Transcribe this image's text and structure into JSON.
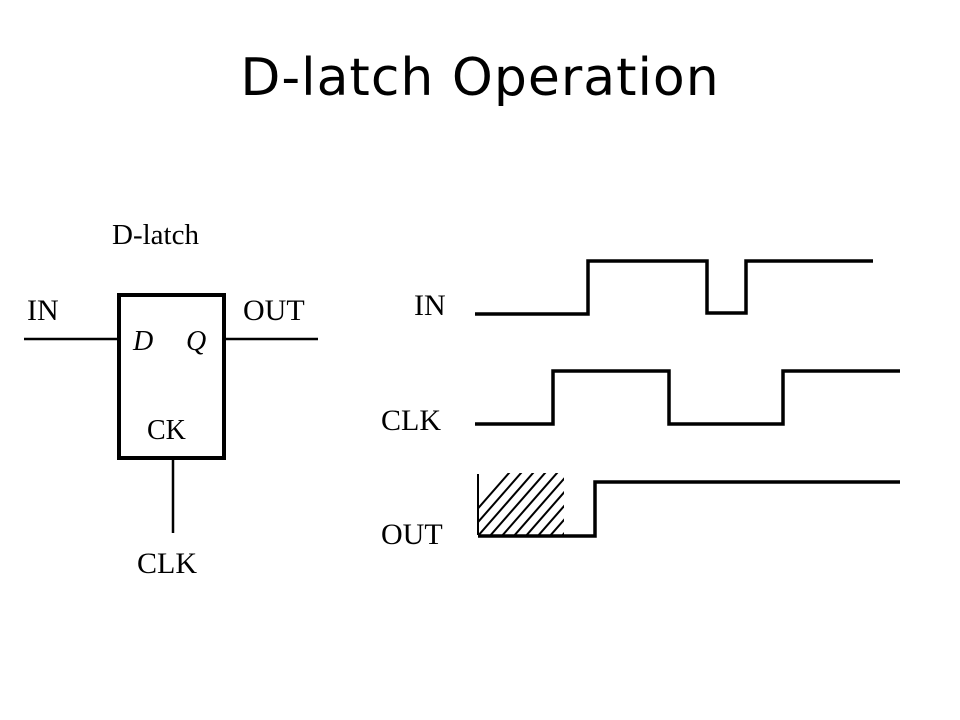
{
  "slide": {
    "title": "D-latch Operation"
  },
  "latch": {
    "caption": "D-latch",
    "input_label": "IN",
    "output_label": "OUT",
    "pin_d": "D",
    "pin_q": "Q",
    "pin_ck": "CK",
    "clock_label": "CLK"
  },
  "timing": {
    "signals": [
      {
        "name": "IN"
      },
      {
        "name": "CLK"
      },
      {
        "name": "OUT"
      }
    ]
  },
  "colors": {
    "ink": "#000000",
    "background": "#ffffff"
  }
}
